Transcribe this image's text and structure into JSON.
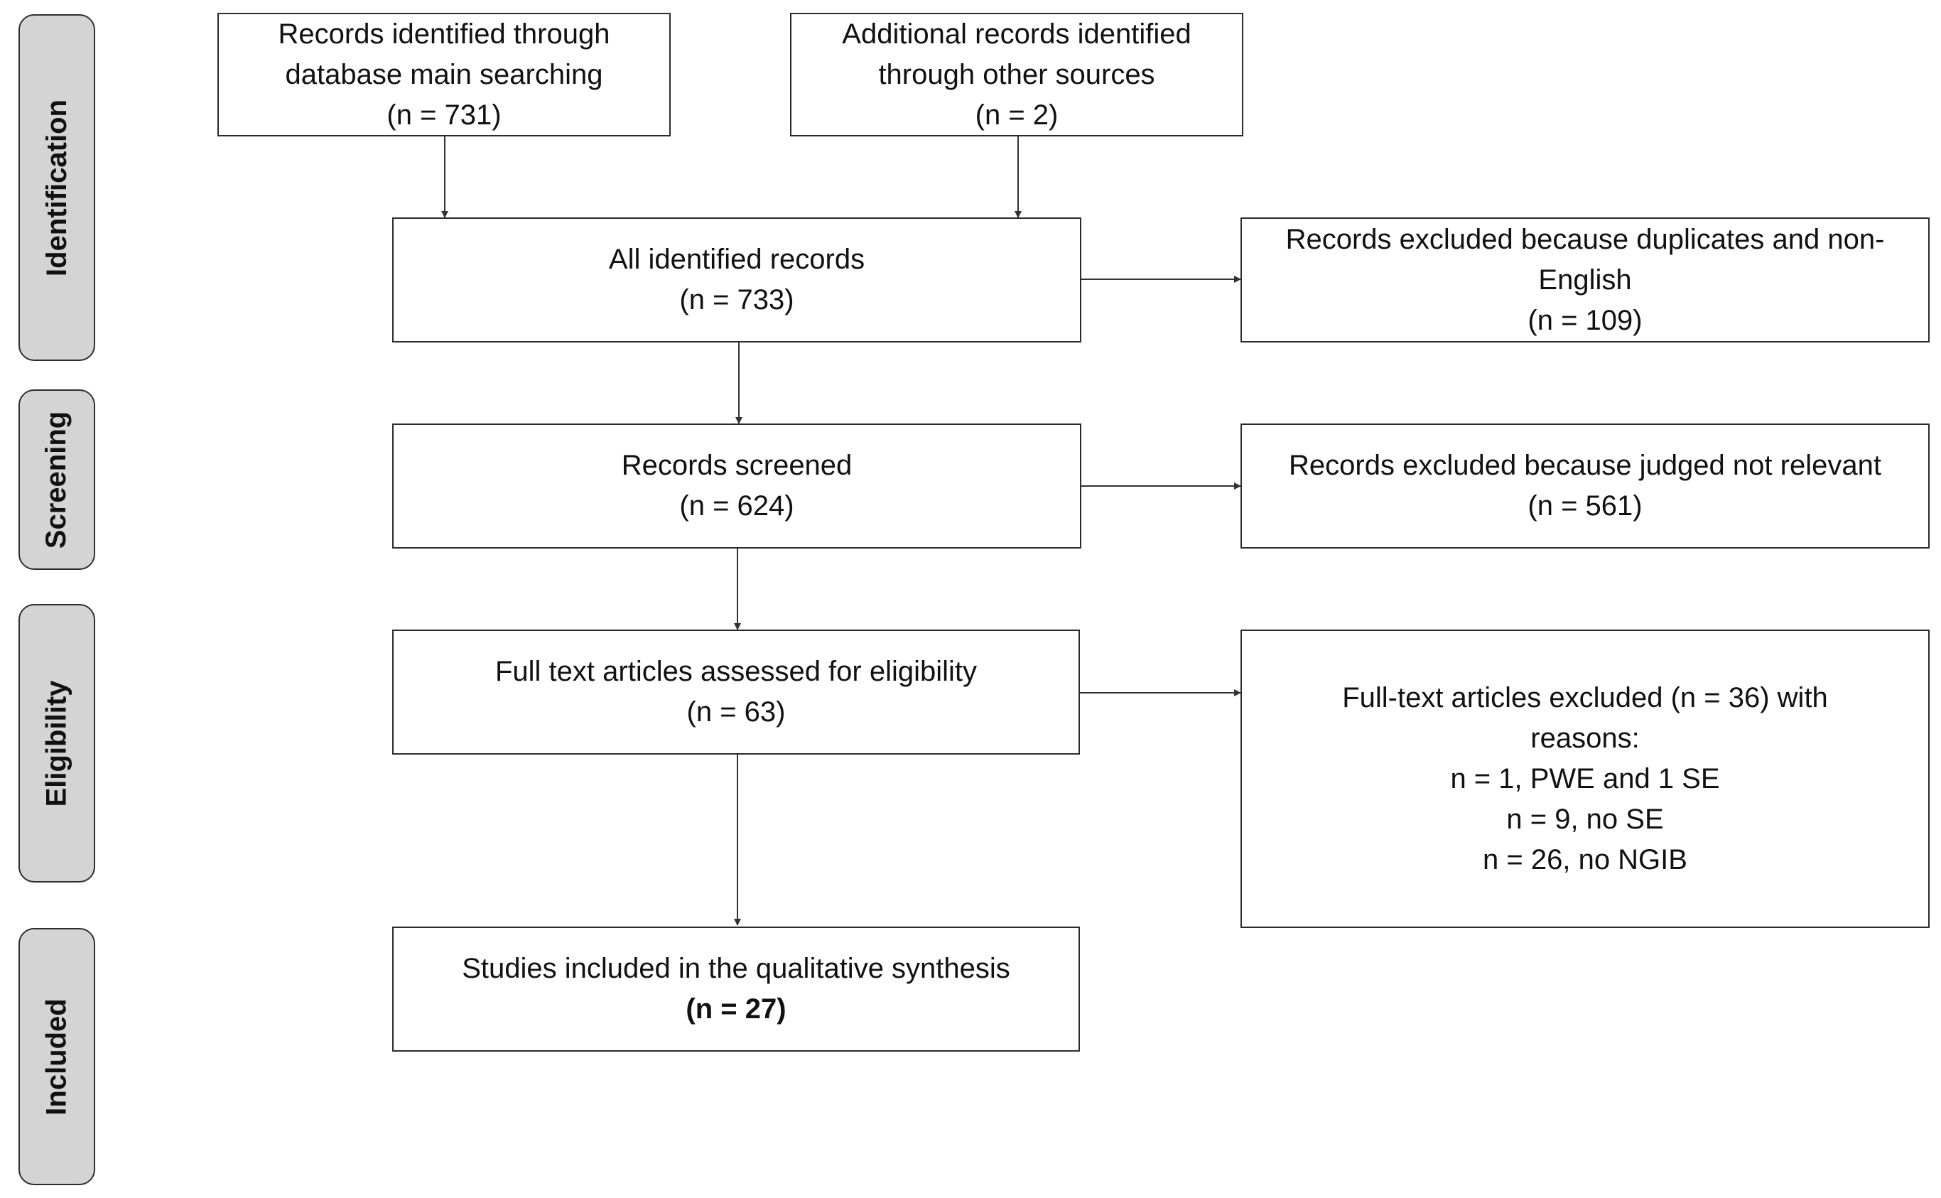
{
  "stages": [
    {
      "id": "identification",
      "label": "Identification"
    },
    {
      "id": "screening",
      "label": "Screening"
    },
    {
      "id": "eligibility",
      "label": "Eligibility"
    },
    {
      "id": "included",
      "label": "Included"
    }
  ],
  "boxes": {
    "database_search": {
      "lines": [
        "Records identified through",
        "database main searching",
        "(n = 731)"
      ]
    },
    "other_sources": {
      "lines": [
        "Additional records identified",
        "through other sources",
        "(n = 2)"
      ]
    },
    "all_identified": {
      "lines": [
        "All identified records",
        "(n = 733)"
      ]
    },
    "excluded_duplicates": {
      "lines": [
        "Records excluded because duplicates and non-",
        "English",
        "(n = 109)"
      ]
    },
    "screened": {
      "lines": [
        "Records screened",
        "(n = 624)"
      ]
    },
    "excluded_not_relevant": {
      "lines": [
        "Records excluded because judged not relevant",
        "(n = 561)"
      ]
    },
    "full_text_assessed": {
      "lines": [
        "Full text articles assessed for eligibility",
        "(n = 63)"
      ]
    },
    "full_text_excluded": {
      "lines": [
        "Full-text articles excluded (n = 36) with",
        "reasons:",
        "n = 1, PWE and 1 SE",
        "n = 9, no SE",
        "n = 26, no NGIB"
      ]
    },
    "included_studies": {
      "lines": [
        "Studies included in the qualitative synthesis",
        "(n = 27)"
      ]
    }
  },
  "colors": {
    "tab_fill": "#d4d4d4",
    "border": "#2b2b2b",
    "arrow": "#333333"
  }
}
